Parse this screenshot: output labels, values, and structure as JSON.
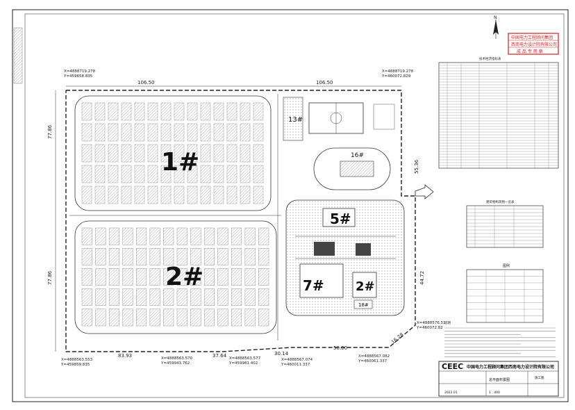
{
  "title_block": {
    "company_cn": "中国电力工程顾问集团西南电力设计院有限公司",
    "brand": "CEEC",
    "drawing_name": "总平面布置图",
    "scale": "1 : 400",
    "date": "2022.01",
    "stage": "施工图"
  },
  "stamp": {
    "line1": "中国电力工程顾问集团",
    "line2": "西南电力设计院有限公司",
    "line3": "成  品  专  用  章"
  },
  "north_label": "N",
  "zones": {
    "z1": "1#",
    "z2": "2#",
    "z5": "5#",
    "z7": "7#",
    "z2b": "2#",
    "z13": "13#",
    "z16": "16#",
    "z18": "18#"
  },
  "dimensions": {
    "top_left": "106.50",
    "top_right": "106.50",
    "left_upper": "77.86",
    "left_lower": "77.86",
    "right_upper": "55.36",
    "right_lower": "44.72",
    "bottom_1": "83.93",
    "bottom_2": "37.64",
    "bottom_3": "30.14",
    "bottom_4": "50.00",
    "bottom_5": "16.28"
  },
  "coordinates": {
    "nw": [
      "X=4888719.278",
      "Y=459658.835"
    ],
    "ne": [
      "X=4888719.278",
      "Y=460072.829"
    ],
    "sw": [
      "X=4888563.553",
      "Y=459859.835"
    ],
    "s1": [
      "X=4888563.570",
      "Y=459943.762"
    ],
    "s2": [
      "X=4888563.577",
      "Y=459981.402"
    ],
    "s3": [
      "X=4888567.074",
      "Y=460011.337"
    ],
    "s4": [
      "X=4888567.082",
      "Y=460061.337"
    ],
    "se": [
      "X=4888576.51",
      "Y=460072.82"
    ]
  },
  "tables": {
    "t1_title": "技术经济指标表",
    "t2_title": "建筑物构筑物一览表",
    "legend_title": "图例",
    "notes_title": "说明"
  },
  "colors": {
    "stamp_red": "#d21f1f",
    "line": "#222222",
    "hatch": "#9a9a9a"
  }
}
